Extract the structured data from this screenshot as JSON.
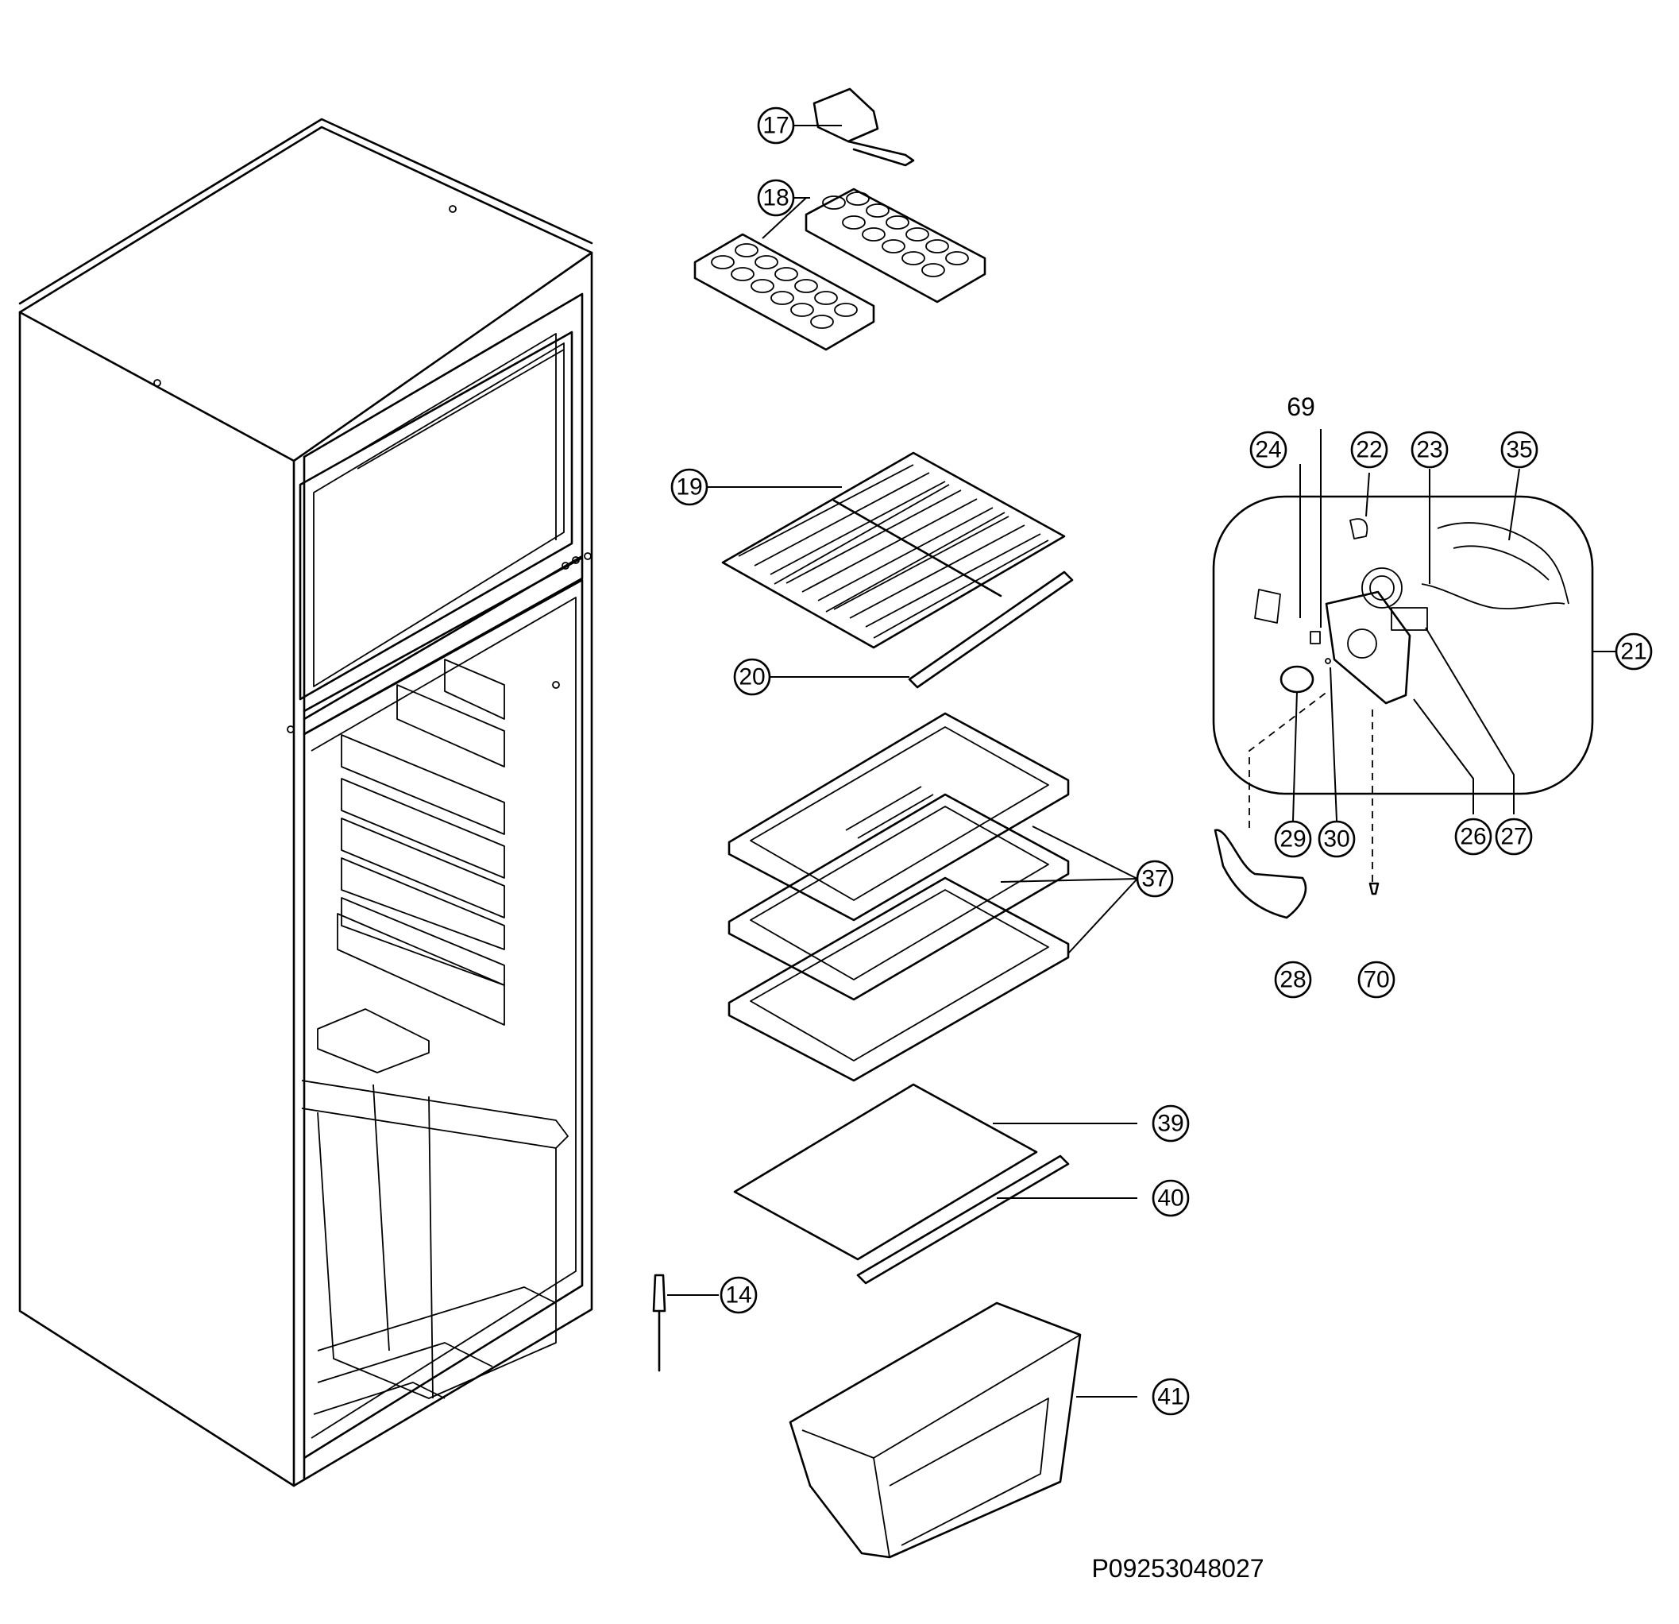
{
  "callouts": {
    "c14": "14",
    "c17": "17",
    "c18": "18",
    "c19": "19",
    "c20": "20",
    "c21": "21",
    "c22": "22",
    "c23": "23",
    "c24": "24",
    "c26": "26",
    "c27": "27",
    "c28": "28",
    "c29": "29",
    "c30": "30",
    "c35": "35",
    "c37": "37",
    "c39": "39",
    "c40": "40",
    "c41": "41",
    "c70": "70"
  },
  "plain_labels": {
    "l69": "69"
  },
  "drawing_number": "P09253048027"
}
